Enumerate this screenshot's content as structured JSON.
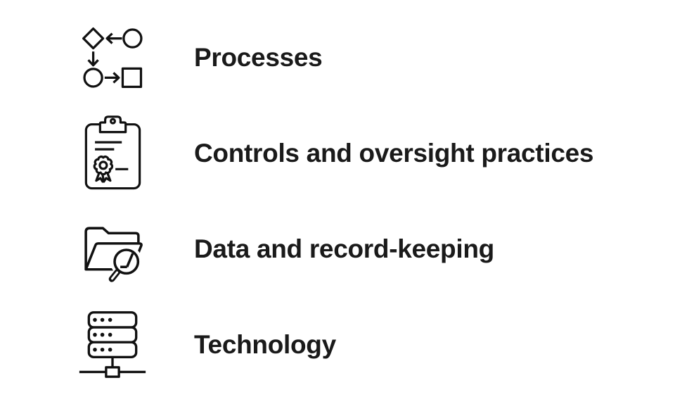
{
  "page": {
    "background_color": "#ffffff",
    "text_color": "#1a1a1a",
    "icon_stroke_color": "#111111"
  },
  "list": {
    "items": [
      {
        "icon": "flowchart-icon",
        "label": "Processes"
      },
      {
        "icon": "clipboard-certificate-icon",
        "label": "Controls and oversight practices"
      },
      {
        "icon": "folder-search-icon",
        "label": "Data and record-keeping"
      },
      {
        "icon": "server-network-icon",
        "label": "Technology"
      }
    ]
  }
}
